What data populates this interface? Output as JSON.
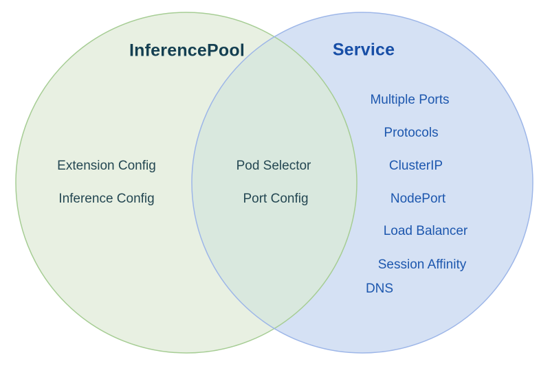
{
  "diagram": {
    "type": "venn",
    "description": "Comparison of InferencePool and Service capabilities"
  },
  "colors": {
    "left_fill": "#e8f0e2",
    "left_stroke": "#a6cd94",
    "right_fill": "#d5e1f4",
    "right_stroke": "#9db6e8",
    "overlap_fill": "#d9e8de",
    "left_title": "#143f51",
    "left_text": "#244752",
    "right_title": "#174ea6",
    "right_text": "#1d57ae"
  },
  "left": {
    "title": "InferencePool",
    "items": [
      "Extension Config",
      "Inference Config"
    ]
  },
  "overlap": {
    "items": [
      "Pod Selector",
      "Port Config"
    ]
  },
  "right": {
    "title": "Service",
    "items": [
      "Multiple Ports",
      "Protocols",
      "ClusterIP",
      "NodePort",
      "Load Balancer",
      "Session Affinity",
      "DNS"
    ]
  }
}
